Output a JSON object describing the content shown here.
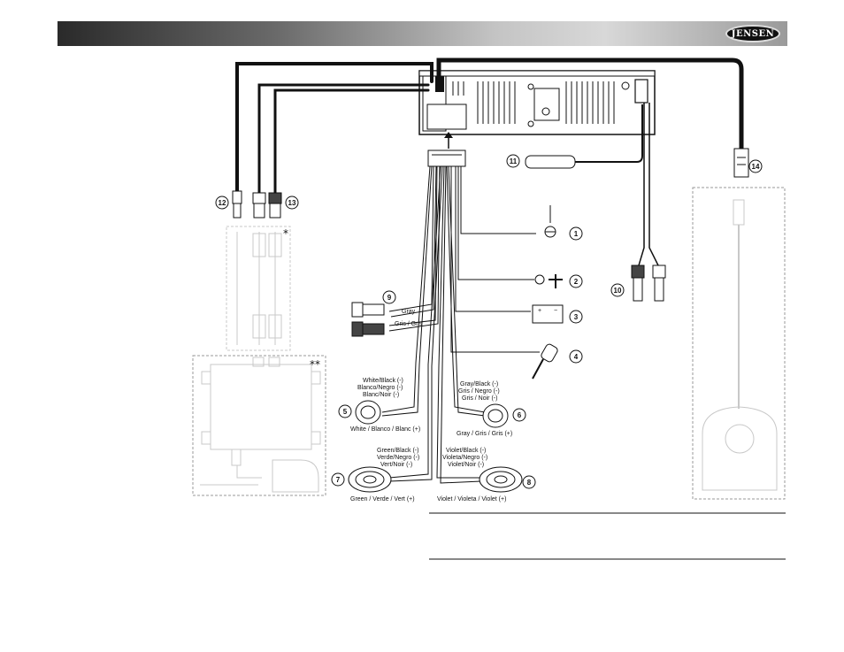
{
  "header": {
    "logo_text": "JENSEN"
  },
  "callouts": {
    "n1": "1",
    "n2": "2",
    "n3": "3",
    "n4": "4",
    "n5": "5",
    "n6": "6",
    "n7": "7",
    "n8": "8",
    "n9": "9",
    "n10": "10",
    "n11": "11",
    "n12": "12",
    "n13": "13",
    "n14": "14"
  },
  "markers": {
    "single": "*",
    "double": "**"
  },
  "wires": {
    "gray": "Gray",
    "gris": "Gris / Gris",
    "white_neg_1": "White/Black (-)",
    "white_neg_2": "Blanco/Negro (-)",
    "white_neg_3": "Blanc/Noir (-)",
    "white_pos": "White / Blanco / Blanc (+)",
    "gray_neg_1": "Gray/Black (-)",
    "gray_neg_2": "Gris / Negro (-)",
    "gray_neg_3": "Gris / Noir (-)",
    "gray_pos": "Gray / Gris / Gris (+)",
    "green_neg_1": "Green/Black (-)",
    "green_neg_2": "Verde/Negro (-)",
    "green_neg_3": "Vert/Noir (-)",
    "green_pos": "Green / Verde / Vert (+)",
    "violet_neg_1": "Violet/Black (-)",
    "violet_neg_2": "Violeta/Negro (-)",
    "violet_neg_3": "Violet/Noir (-)",
    "violet_pos": "Violet / Violeta / Violet (+)"
  },
  "colors": {
    "wire": "#111111",
    "faded": "#c8c8c8",
    "dashed": "#999999"
  }
}
